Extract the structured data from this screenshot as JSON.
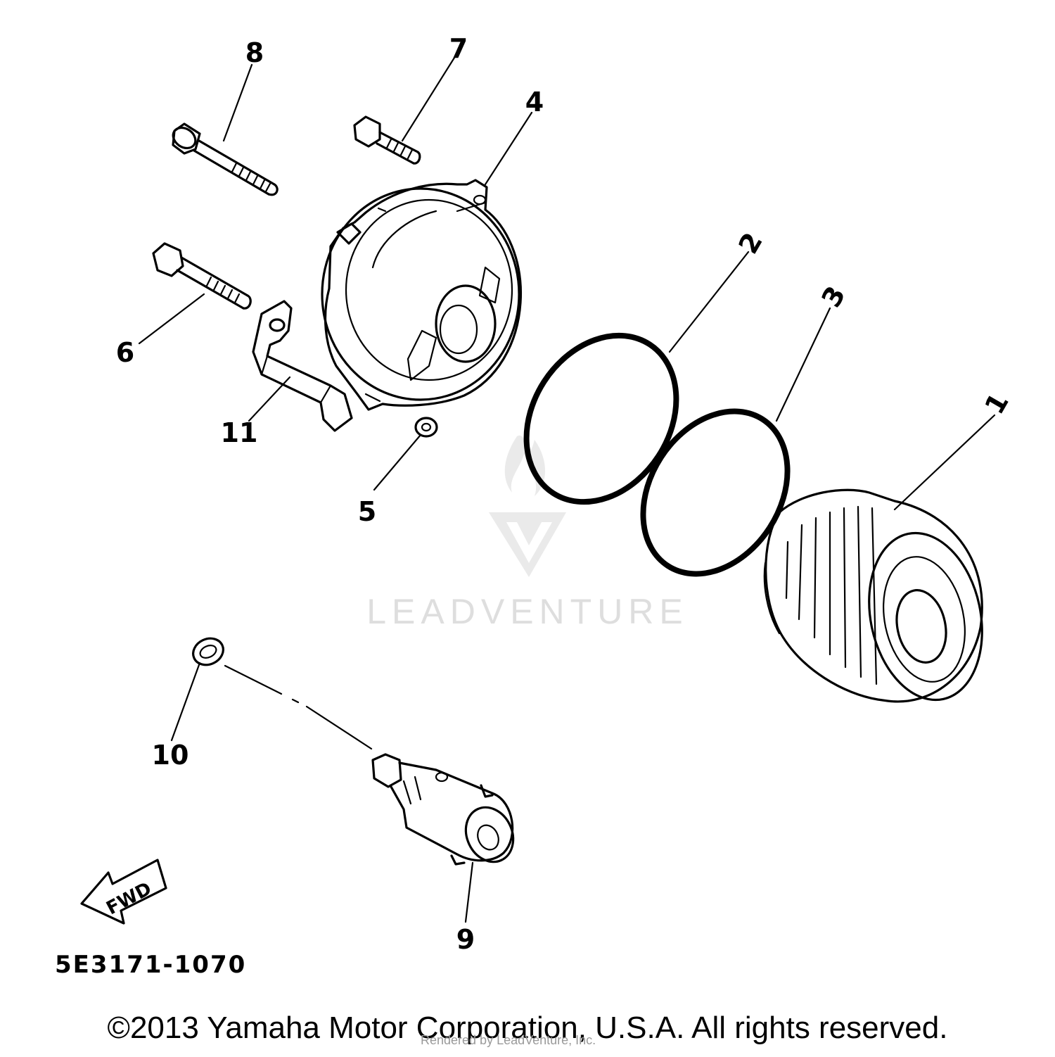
{
  "diagram": {
    "code": "5E3171-1070",
    "fwd_label": "FWD",
    "callouts": {
      "c1": "1",
      "c2": "2",
      "c3": "3",
      "c4": "4",
      "c5": "5",
      "c6": "6",
      "c7": "7",
      "c8": "8",
      "c9": "9",
      "c10": "10",
      "c11": "11"
    }
  },
  "watermark": {
    "brand": "LEADVENTURE",
    "small": "Rendered by LeadVenture, Inc."
  },
  "footer": {
    "copyright": "©2013 Yamaha Motor Corporation, U.S.A. All rights reserved."
  }
}
